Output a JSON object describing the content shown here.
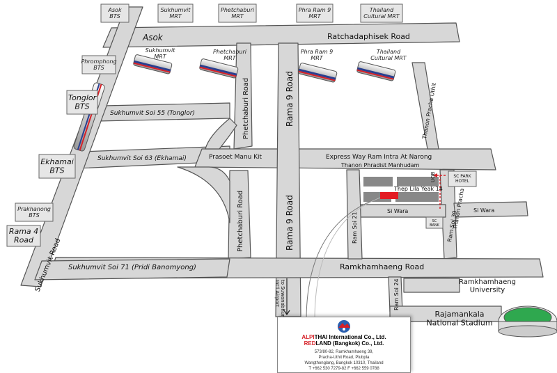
{
  "stations": {
    "asok_bts": "Asok\nBTS",
    "sukhumvit_mrt_top": "Sukhumvit\nMRT",
    "phetchaburi_mrt_top": "Phetchaburi\nMRT",
    "phra_ram9_mrt_top": "Phra Ram 9\nMRT",
    "thailand_cultural_mrt_top": "Thailand\nCultural MRT",
    "phromphong_bts": "Phromphong\nBTS",
    "tonglor_bts": "Tonglor\nBTS",
    "ekhamai_bts": "Ekhamai\nBTS",
    "prakhanong_bts": "Prakhanong\nBTS",
    "rama4_road": "Rama 4\nRoad",
    "sukhumvit_mrt": "Sukhumvit\nMRT",
    "phetchaburi_mrt": "Phetchaburi\nMRT",
    "phra_ram9_mrt": "Phra Ram 9\nMRT",
    "thailand_cultural_mrt": "Thailand\nCultural MRT"
  },
  "roads": {
    "asok": "Asok",
    "ratchadaphisek": "Ratchadaphisek Road",
    "soi55": "Sukhumvit Soi 55 (Tonglor)",
    "soi63": "Sukhumvit Soi 63 (Ekhamai)",
    "prasoet": "Prasoet Manu Kit",
    "phetchaburi_upper": "Phetchaburi Road",
    "phetchaburi_lower": "Phetchaburi Road",
    "rama9_upper": "Rama 9 Road",
    "rama9_lower": "Rama 9 Road",
    "expressway": "Express Way   Ram Intra   At Narong",
    "phradist": "Thanon Phradist Manhudam",
    "pracha_uthit": "Thanon Pracha Uthit",
    "pracha_uthit_lower": "Thanon Pracha Uthit",
    "sukhumvit_road": "Sukhumvit Road",
    "soi71": "Sukhumvit Soi 71 (Pridi Banomyong)",
    "ramkhamhaeng": "Ramkhamhaeng Road",
    "ram_soi21": "Ram Soi 21",
    "ram_soi39": "Ram Soi 39",
    "ram_soi24": "Ram Soi 24",
    "thep_lila": "Thep Lila Yeak 14",
    "si_wara": "Si Wara",
    "si_wara_right": "Si Wara",
    "suvarnabhumi": "to Suwanabhumi\nInt'l Airport",
    "uob": "UOB",
    "sc_park": "SC PARK\nHOTEL",
    "sc_bank": "SC\nBANK"
  },
  "landmarks": {
    "ramkhamhaeng_univ": "Ramkhamhaeng\nUniversity",
    "rajamangala": "Rajamankala\nNational Stadium"
  },
  "company": {
    "line1_a": "ALPI",
    "line1_b": "THAI International Co., Ltd.",
    "line2_a": "RED",
    "line2_b": "LAND (Bangkok) Co., Ltd.",
    "addr1": "573/80-82, Ramkhamhaeng 39,",
    "addr2": "Pracha-Uthit Road, Plubpla",
    "addr3": "Wangthonglang, Bangkok 10310, Thailand",
    "addr4": "T  +662 530 7279-82 F +662 559 0788"
  },
  "colors": {
    "road_fill": "#d7d7d7",
    "building": "#888888",
    "destination": "#e31b23",
    "route": "#d62027"
  }
}
